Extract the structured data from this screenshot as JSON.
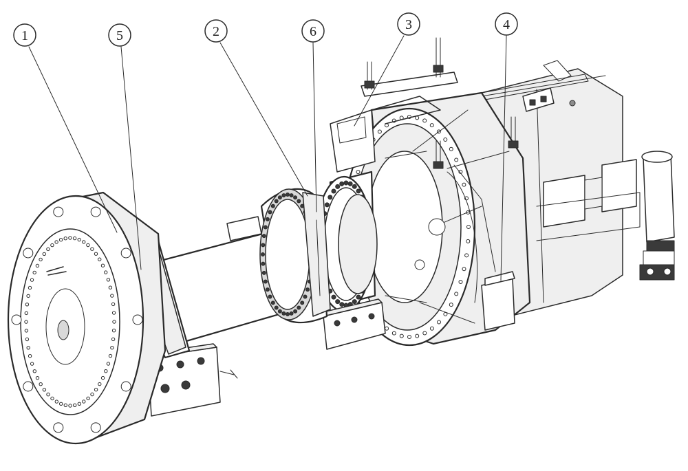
{
  "figure": {
    "type": "technical-drawing",
    "callouts": [
      {
        "id": "callout-1",
        "label": "1"
      },
      {
        "id": "callout-5",
        "label": "5"
      },
      {
        "id": "callout-2",
        "label": "2"
      },
      {
        "id": "callout-6",
        "label": "6"
      },
      {
        "id": "callout-3",
        "label": "3"
      },
      {
        "id": "callout-4",
        "label": "4"
      }
    ]
  }
}
